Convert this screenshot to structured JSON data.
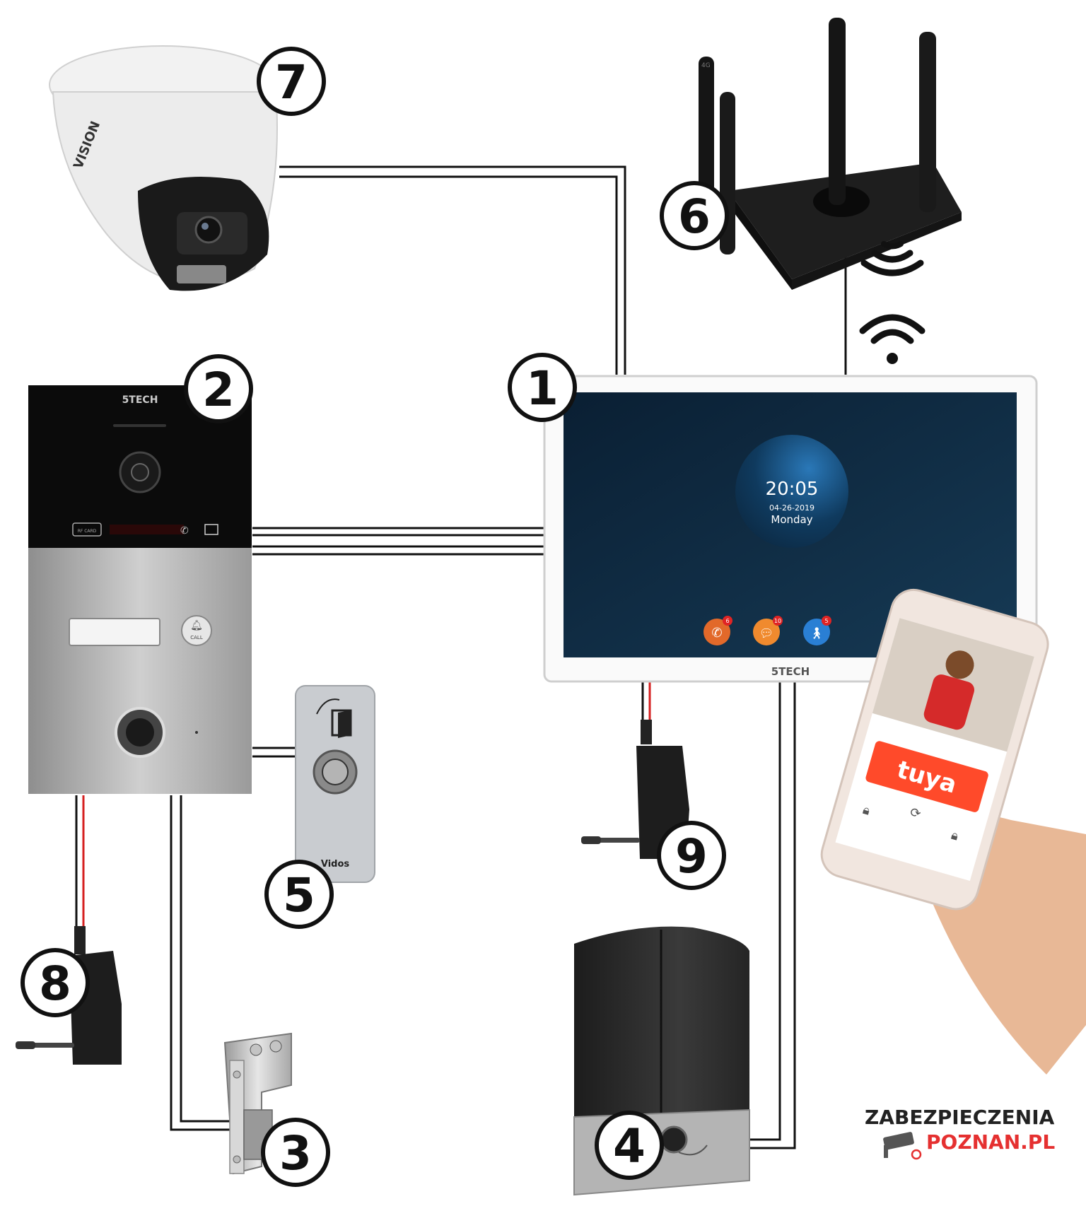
{
  "labels": {
    "monitor": "1",
    "outdoor_station": "2",
    "electric_strike": "3",
    "gate_motor": "4",
    "exit_button": "5",
    "router": "6",
    "ip_camera": "7",
    "psu_station": "8",
    "psu_monitor": "9"
  },
  "monitor": {
    "time": "20:05",
    "date": "04-26-2019",
    "day": "Monday",
    "brand": "5TECH",
    "badges": [
      "6",
      "10",
      "5"
    ]
  },
  "station": {
    "brand": "5TECH",
    "call_label": "CALL",
    "card_label": "RF CARD"
  },
  "camera": {
    "brand": "VISION"
  },
  "exit_button": {
    "brand": "Vidos"
  },
  "router": {
    "antenna_label": "4G"
  },
  "phone": {
    "app_name": "tuya"
  },
  "logo": {
    "line1": "ZABEZPIECZENIA",
    "line2": "POZNAN.PL"
  },
  "colors": {
    "wire": "#111111",
    "wire_power": "#d62020",
    "screen": "#0f2a3f",
    "steel": "#b3b3b3",
    "tuya": "#ff4a2a",
    "logo_red": "#e53030"
  }
}
